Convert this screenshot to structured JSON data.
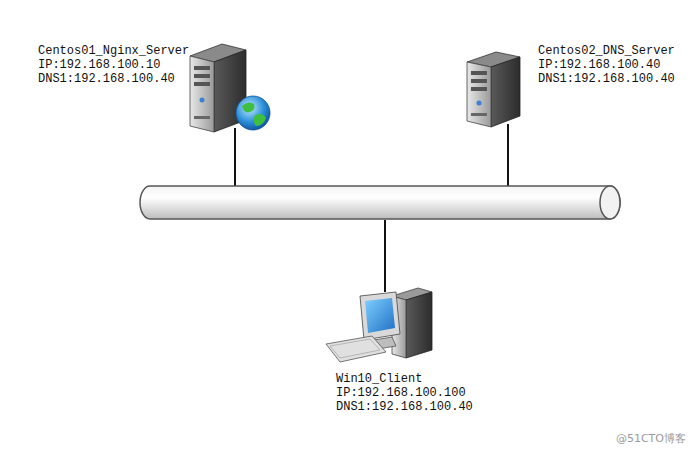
{
  "diagram": {
    "nodes": [
      {
        "text": [
          "Centos01_Nginx_Server",
          "IP:192.168.100.10",
          "DNS1:192.168.100.40"
        ]
      },
      {
        "text": [
          "Centos02_DNS_Server",
          "IP:192.168.100.40",
          "DNS1:192.168.100.40"
        ]
      },
      {
        "text": [
          "Win10_Client",
          "IP:192.168.100.100",
          "DNS1:192.168.100.40"
        ]
      }
    ],
    "labels": [
      "@51CTO博客"
    ]
  }
}
